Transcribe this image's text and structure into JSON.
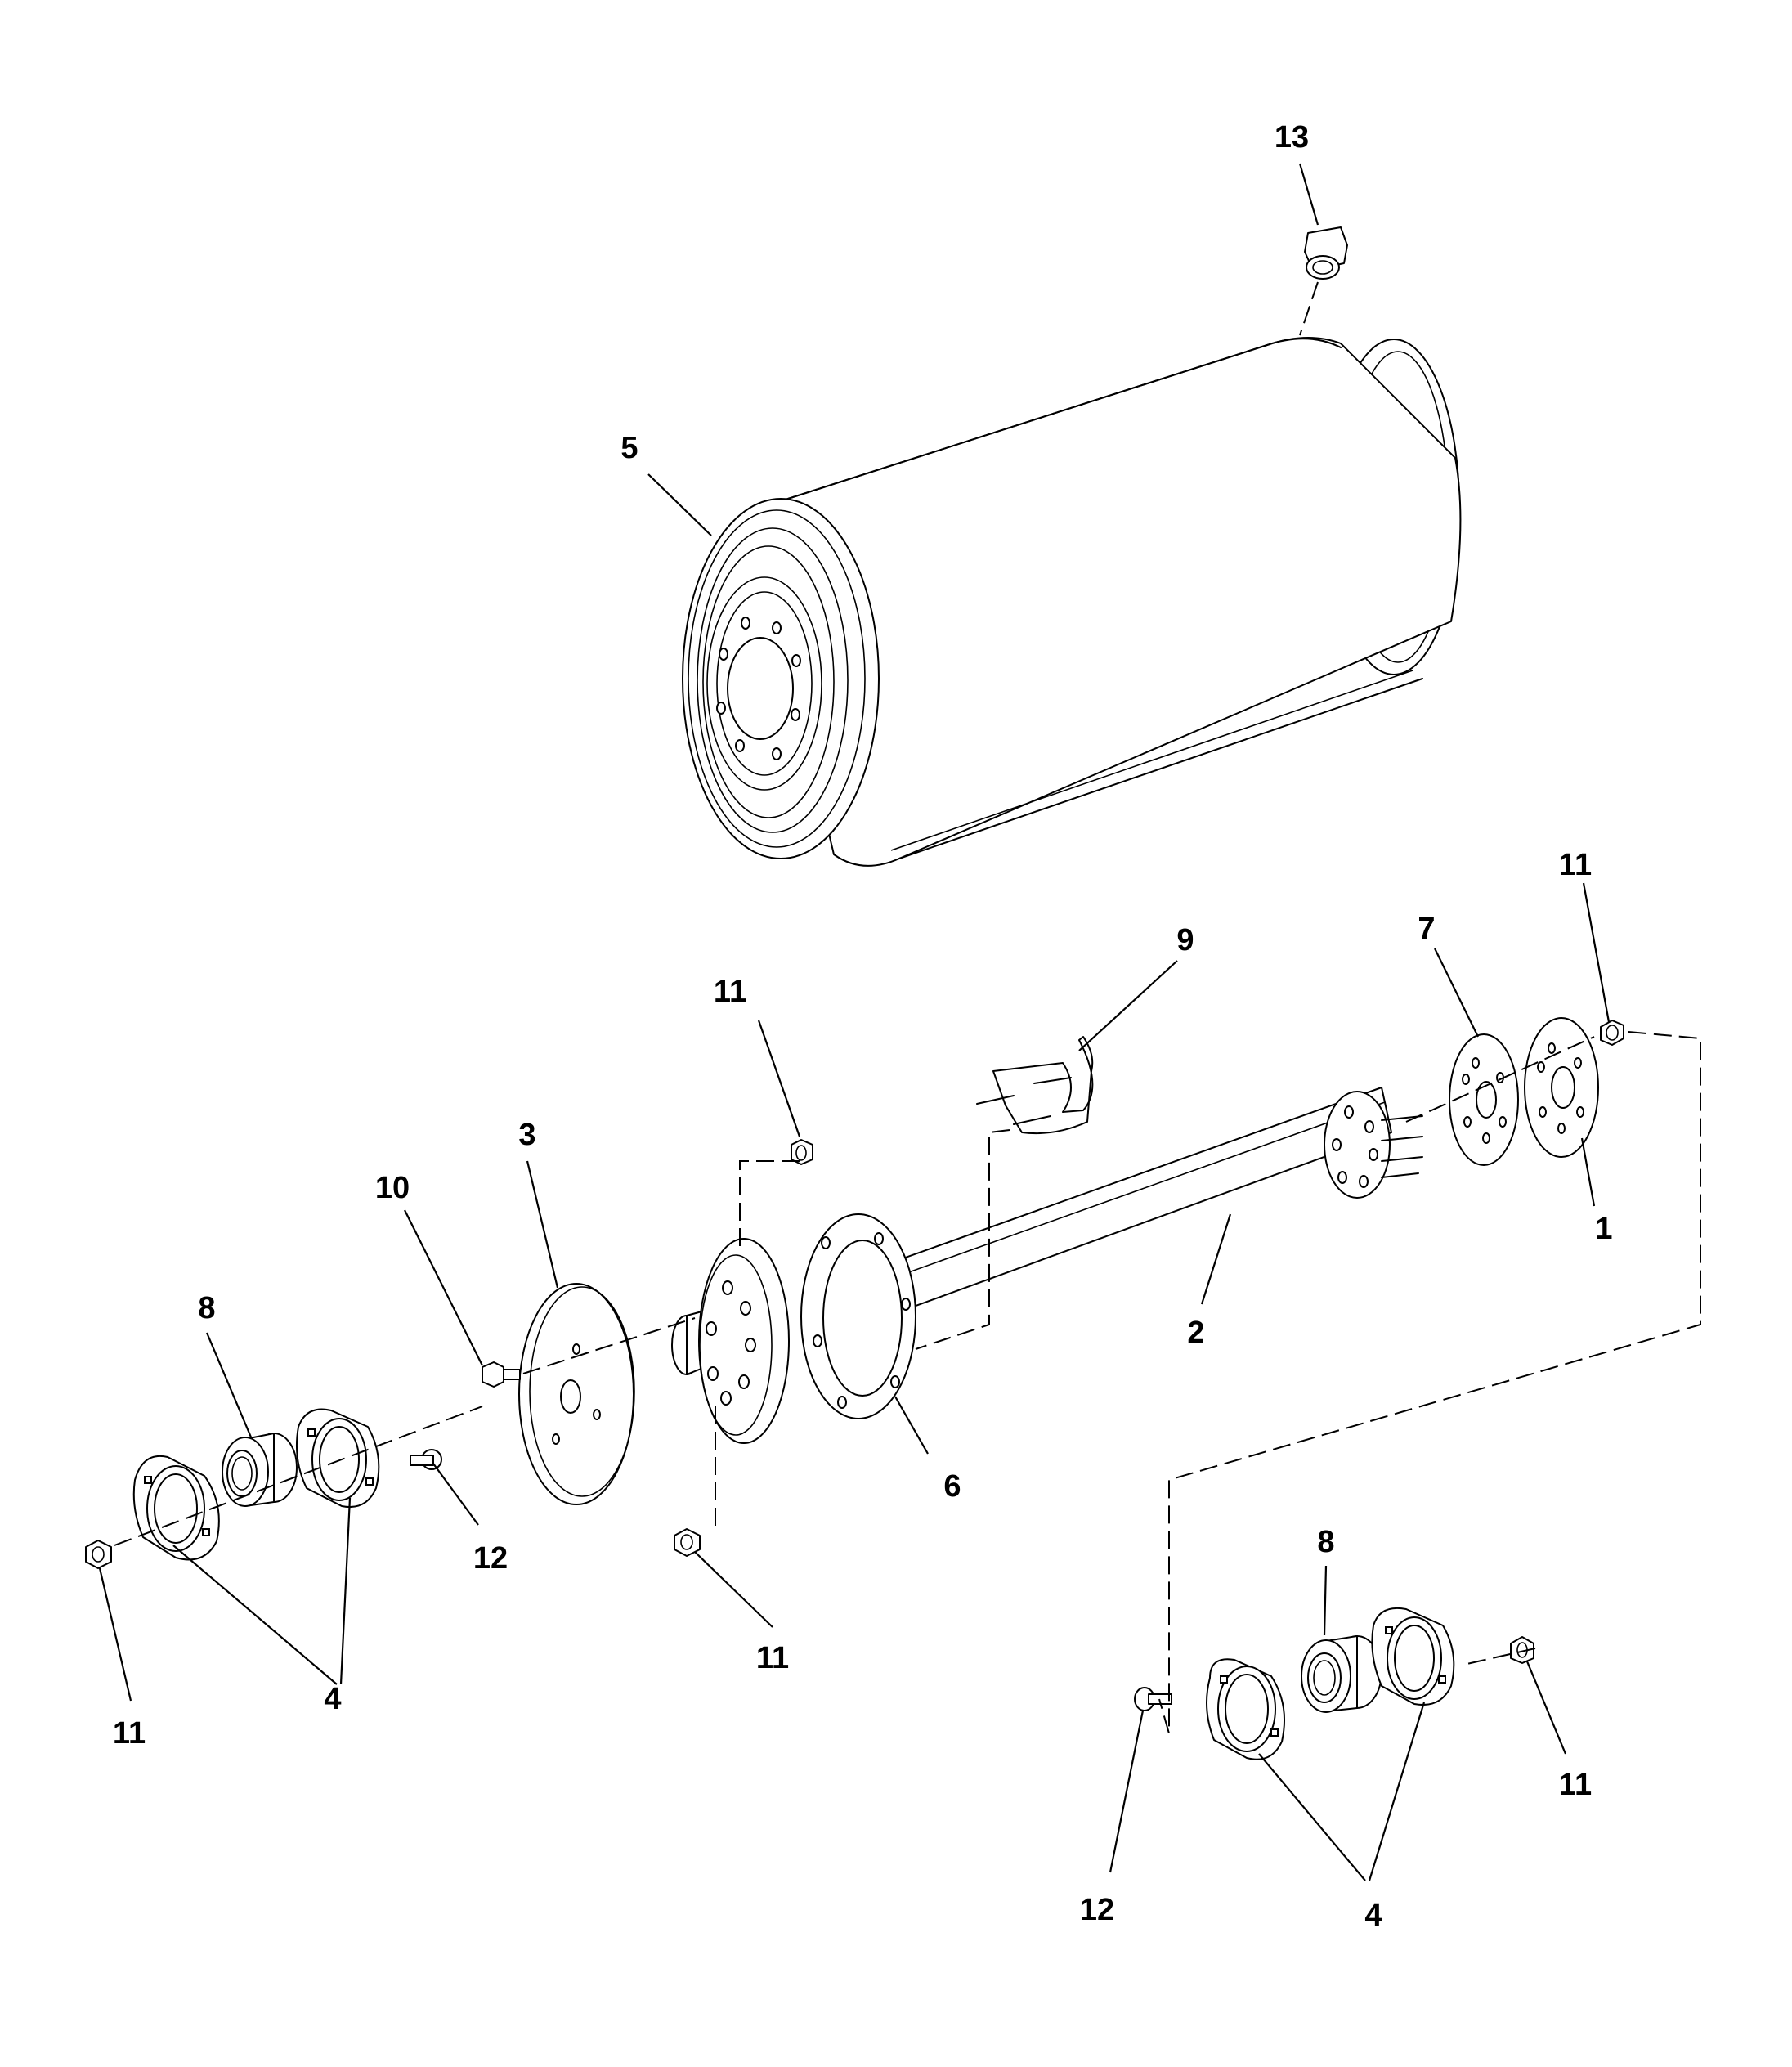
{
  "callouts": {
    "c13": "13",
    "c5": "5",
    "c11_top_right": "11",
    "c9": "9",
    "c7": "7",
    "c11_mid": "11",
    "c1": "1",
    "c3": "3",
    "c10": "10",
    "c2": "2",
    "c8_left": "8",
    "c6": "6",
    "c12_left": "12",
    "c11_lower_mid": "11",
    "c4_left": "4",
    "c11_far_left": "11",
    "c8_right": "8",
    "c11_right": "11",
    "c4_right": "4",
    "c12_right": "12"
  },
  "parts": {
    "roller_drum": "roller-drum",
    "grease_fitting": "grease-fitting",
    "shaft": "shaft",
    "hubs": "hub-flange",
    "bearings": "bearing",
    "flange_housings": "flange-housing",
    "spacer_clip": "spacer-clip",
    "nuts": "flange-nut",
    "bolts": "carriage-bolt"
  }
}
